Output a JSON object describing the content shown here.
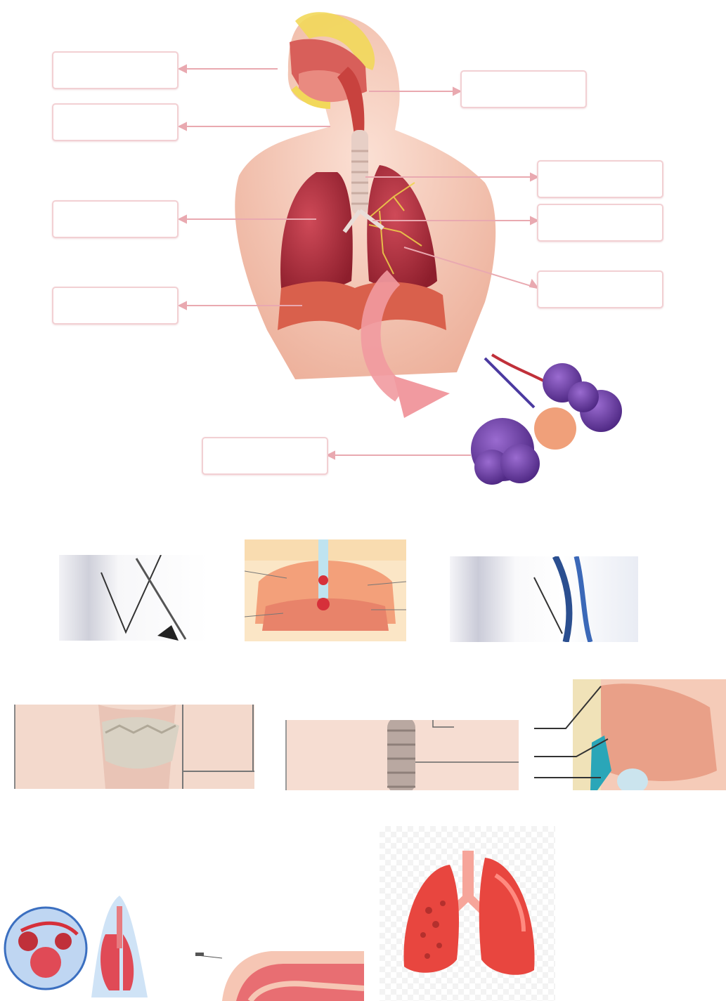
{
  "diagram": {
    "labels": [
      {
        "id": "nose",
        "text": ""
      },
      {
        "id": "pharynx",
        "text": ""
      },
      {
        "id": "right-lung",
        "text": ""
      },
      {
        "id": "diaphragm",
        "text": ""
      },
      {
        "id": "nasal-cavity",
        "text": ""
      },
      {
        "id": "trachea",
        "text": ""
      },
      {
        "id": "bronchi",
        "text": ""
      },
      {
        "id": "bronchioles",
        "text": ""
      },
      {
        "id": "alveoli",
        "text": ""
      }
    ]
  },
  "colors": {
    "label_border": "#f2d0d3",
    "leader_line": "#e9a9b0",
    "skin": "#f6c9b6",
    "lung": "#b8323f",
    "muscle": "#d9604c",
    "alveoli_purple": "#6a3aa0",
    "arrow_pink": "#f19aa0"
  },
  "thumbnails": [
    {
      "name": "leader-crop-1"
    },
    {
      "name": "thorax-diagram"
    },
    {
      "name": "leader-crop-2"
    },
    {
      "name": "larynx-image"
    },
    {
      "name": "trachea-image"
    },
    {
      "name": "head-section-image"
    },
    {
      "name": "alveoli-lungs-image"
    },
    {
      "name": "nasal-cavity-image"
    },
    {
      "name": "lungs-clipart"
    }
  ]
}
